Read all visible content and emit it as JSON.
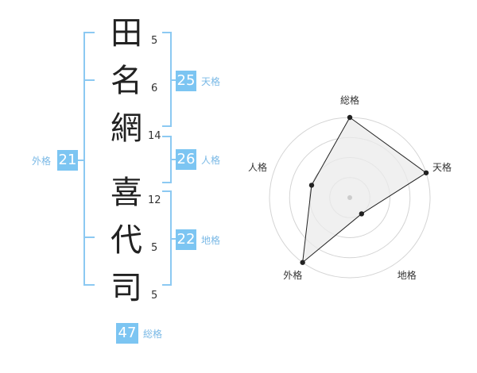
{
  "name": {
    "characters": [
      {
        "char": "田",
        "strokes": "5"
      },
      {
        "char": "名",
        "strokes": "6"
      },
      {
        "char": "網",
        "strokes": "14"
      },
      {
        "char": "喜",
        "strokes": "12"
      },
      {
        "char": "代",
        "strokes": "5"
      },
      {
        "char": "司",
        "strokes": "5"
      }
    ]
  },
  "fortune": {
    "tenkaku": {
      "value": "25",
      "label": "天格"
    },
    "jinkaku": {
      "value": "26",
      "label": "人格"
    },
    "chikaku": {
      "value": "22",
      "label": "地格"
    },
    "gaikaku": {
      "value": "21",
      "label": "外格"
    },
    "soukaku": {
      "value": "47",
      "label": "総格"
    }
  },
  "colors": {
    "accent": "#7cc5f2",
    "bracket": "#8cc9f2",
    "label": "#7ab9e6"
  },
  "chart_data": {
    "type": "radar",
    "axes": [
      "総格",
      "天格",
      "地格",
      "外格",
      "人格"
    ],
    "values": [
      4,
      4,
      1,
      4,
      2
    ],
    "max": 4,
    "rings": 4
  }
}
